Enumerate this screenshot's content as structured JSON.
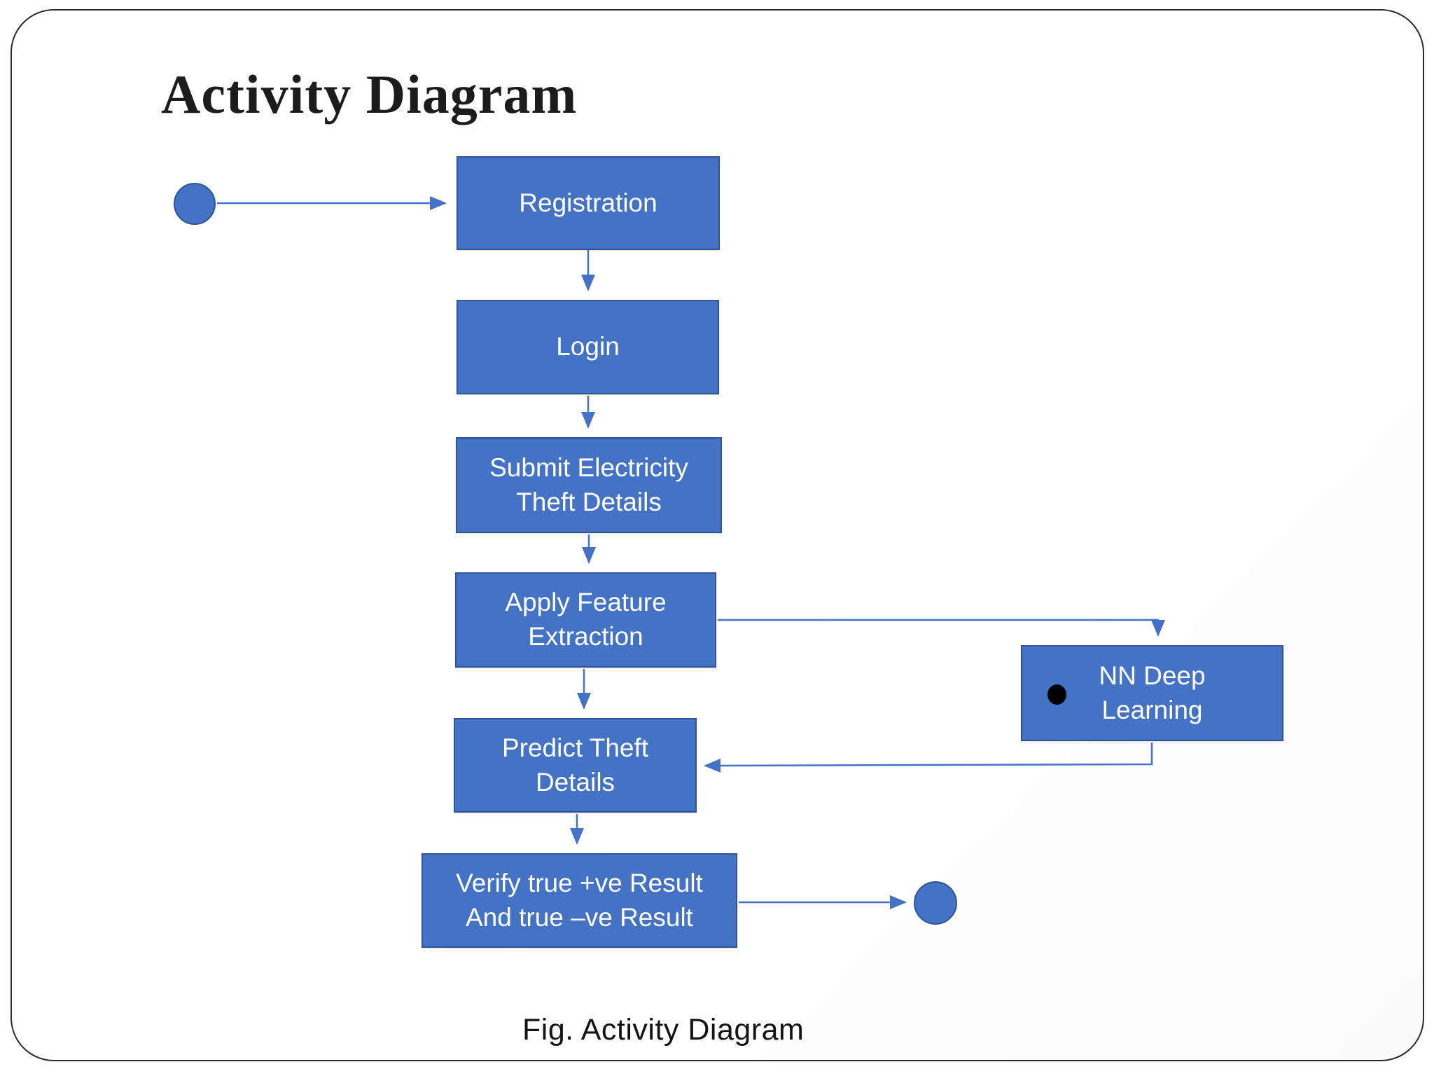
{
  "slide": {
    "title": "Activity Diagram",
    "caption": "Fig. Activity Diagram"
  },
  "colors": {
    "node_fill": "#4472C4",
    "node_border": "#2F5597",
    "arrow": "#4472C4",
    "node_text": "#FFFFFF",
    "bullet": "#000000",
    "slide_border": "#2B2B2B"
  },
  "diagram": {
    "start_node": "start-circle",
    "end_node": "end-circle",
    "nodes": [
      {
        "id": "registration",
        "label": "Registration"
      },
      {
        "id": "login",
        "label": "Login"
      },
      {
        "id": "submit-details",
        "label": "Submit Electricity\nTheft Details"
      },
      {
        "id": "apply-feature",
        "label": "Apply Feature\nExtraction"
      },
      {
        "id": "predict-theft",
        "label": "Predict Theft\nDetails"
      },
      {
        "id": "verify-result",
        "label": "Verify true +ve Result\nAnd true –ve Result"
      },
      {
        "id": "nn-deep-learning",
        "label": "NN Deep\nLearning",
        "bullet": true
      }
    ],
    "edges": [
      {
        "from": "start",
        "to": "Registration"
      },
      {
        "from": "Registration",
        "to": "Login"
      },
      {
        "from": "Login",
        "to": "Submit Electricity Theft Details"
      },
      {
        "from": "Submit Electricity Theft Details",
        "to": "Apply Feature Extraction"
      },
      {
        "from": "Apply Feature Extraction",
        "to": "Predict Theft Details"
      },
      {
        "from": "Apply Feature Extraction",
        "to": "NN Deep Learning"
      },
      {
        "from": "NN Deep Learning",
        "to": "Predict Theft Details"
      },
      {
        "from": "Predict Theft Details",
        "to": "Verify true +ve Result And true –ve Result"
      },
      {
        "from": "Verify true +ve Result And true –ve Result",
        "to": "end"
      }
    ]
  }
}
